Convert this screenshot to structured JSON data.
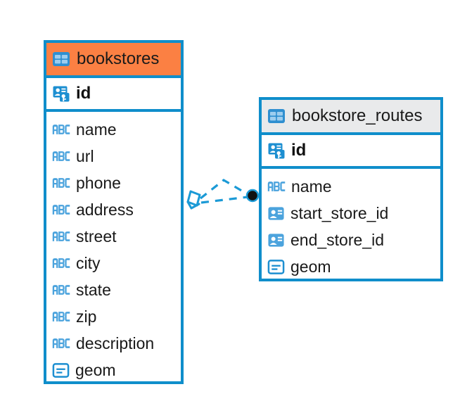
{
  "diagram": {
    "type": "entity-relationship-diagram",
    "background_color": "#ffffff",
    "accent_color": "#0f8ecb",
    "highlight_color": "#fb8043",
    "header_gray": "#e9eaeb"
  },
  "entities": [
    {
      "name": "bookstores",
      "title": "bookstores",
      "header_style": "accent-orange",
      "header_icon": "table-grid-icon",
      "primary_key": {
        "label": "id",
        "icon": "primary-key-icon"
      },
      "fields": [
        {
          "label": "name",
          "icon": "abc-text-icon"
        },
        {
          "label": "url",
          "icon": "abc-text-icon"
        },
        {
          "label": "phone",
          "icon": "abc-text-icon"
        },
        {
          "label": "address",
          "icon": "abc-text-icon"
        },
        {
          "label": "street",
          "icon": "abc-text-icon"
        },
        {
          "label": "city",
          "icon": "abc-text-icon"
        },
        {
          "label": "state",
          "icon": "abc-text-icon"
        },
        {
          "label": "zip",
          "icon": "abc-text-icon"
        },
        {
          "label": "description",
          "icon": "abc-text-icon"
        },
        {
          "label": "geom",
          "icon": "geometry-icon"
        }
      ]
    },
    {
      "name": "bookstore_routes",
      "title": "bookstore_routes",
      "header_style": "accent-gray",
      "header_icon": "table-grid-icon",
      "primary_key": {
        "label": "id",
        "icon": "primary-key-icon"
      },
      "fields": [
        {
          "label": "name",
          "icon": "abc-text-icon"
        },
        {
          "label": "start_store_id",
          "icon": "foreign-key-icon"
        },
        {
          "label": "end_store_id",
          "icon": "foreign-key-icon"
        },
        {
          "label": "geom",
          "icon": "geometry-icon"
        }
      ]
    }
  ],
  "relationship": {
    "name": "bookstores-to-bookstore-routes",
    "line_style": "dashed",
    "line_color": "#1b9ad6",
    "source_endpoint": "diamond-crows-foot-marker",
    "target_endpoint": "filled-circle-marker"
  }
}
